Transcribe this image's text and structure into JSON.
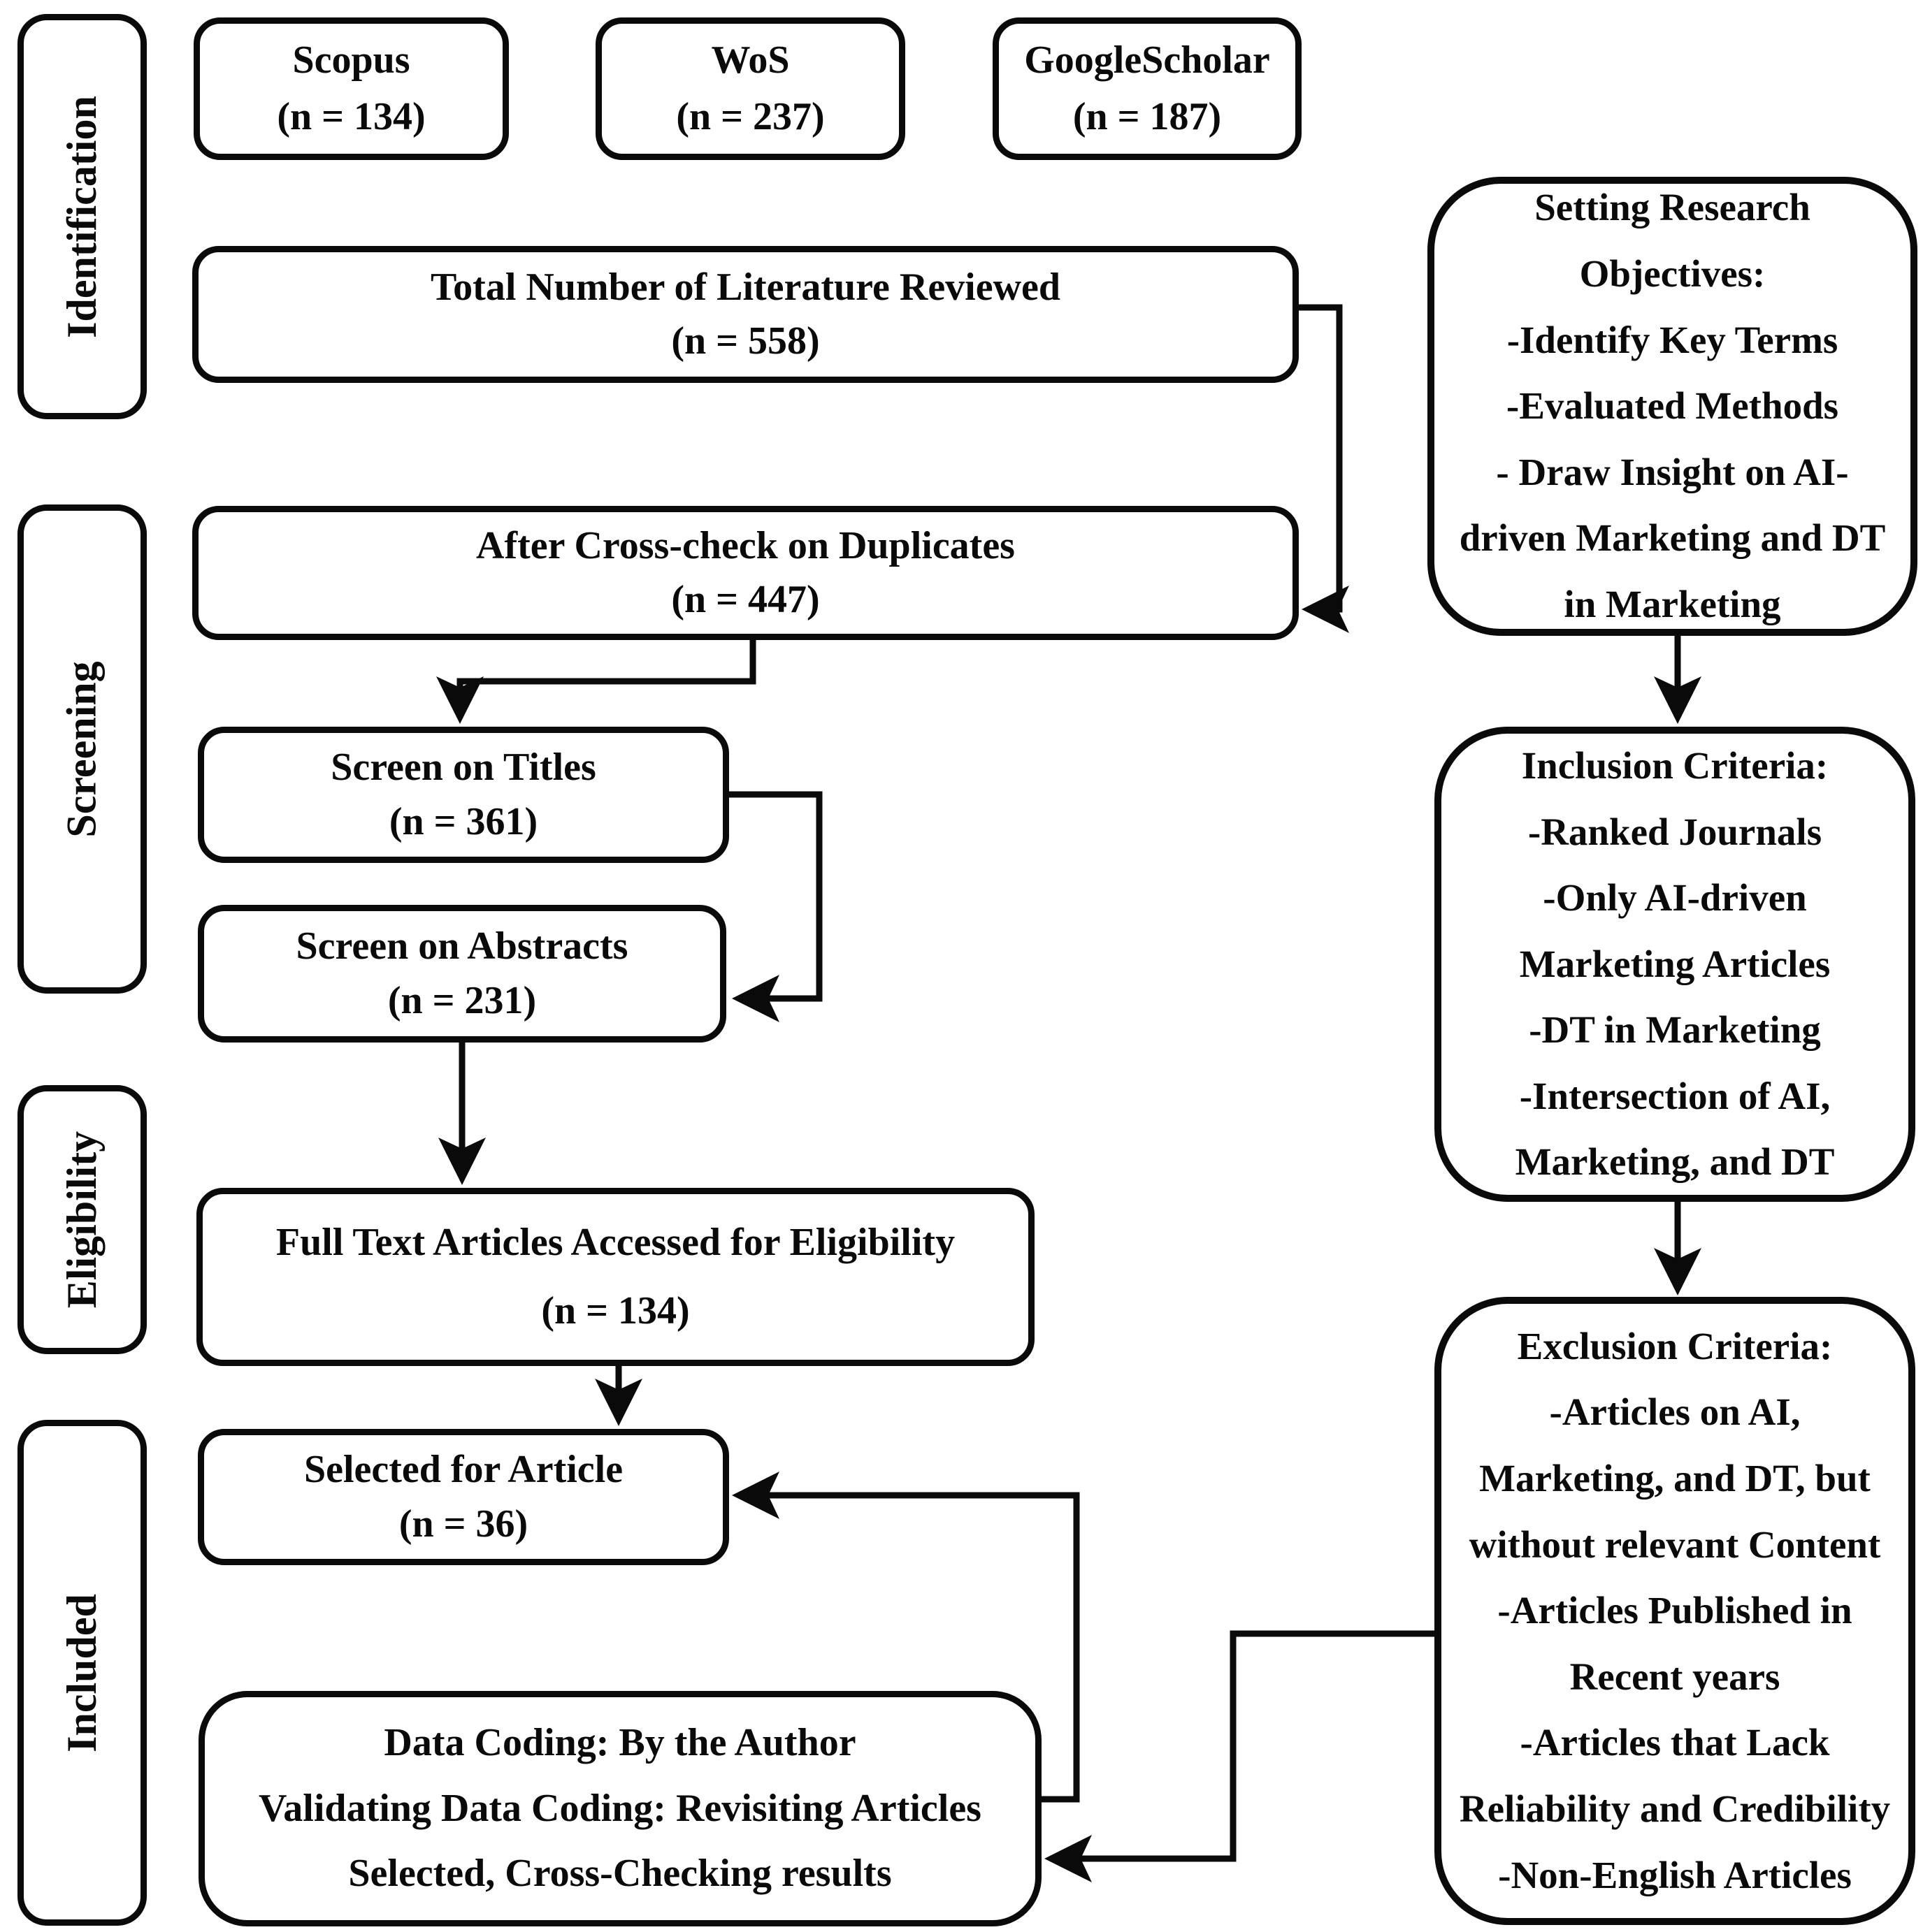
{
  "figure": {
    "background_color": "#ffffff",
    "line_color": "#0a0a0a"
  },
  "sidebar": {
    "stages": [
      {
        "label": "Identification"
      },
      {
        "label": "Screening"
      },
      {
        "label": "Eligibility"
      },
      {
        "label": "Included"
      }
    ]
  },
  "flow": {
    "scopus": {
      "label": "Scopus",
      "count": "(n = 134)"
    },
    "wos": {
      "label": "WoS",
      "count": "(n = 237)"
    },
    "google_scholar": {
      "label": "GoogleScholar",
      "count": "(n = 187)"
    },
    "total": {
      "label": "Total Number of Literature Reviewed",
      "count": "(n = 558)"
    },
    "duplicates": {
      "label": "After Cross-check on Duplicates",
      "count": "(n = 447)"
    },
    "titles": {
      "label": "Screen on Titles",
      "count": "(n = 361)"
    },
    "abstracts": {
      "label": "Screen on Abstracts",
      "count": "(n = 231)"
    },
    "fulltext": {
      "label": "Full Text Articles Accessed for Eligibility",
      "count": "(n = 134)"
    },
    "selected": {
      "label": "Selected for Article",
      "count": "(n = 36)"
    },
    "coding": {
      "line1": "Data Coding: By the Author",
      "line2": "Validating Data Coding: Revisiting Articles",
      "line3": "Selected, Cross-Checking results"
    }
  },
  "right": {
    "objectives": {
      "lines": [
        "Setting Research",
        "Objectives:",
        "-Identify Key Terms",
        "-Evaluated Methods",
        "- Draw Insight on AI-",
        "driven Marketing and DT",
        "in Marketing"
      ]
    },
    "inclusion": {
      "lines": [
        "Inclusion Criteria:",
        "-Ranked Journals",
        "-Only AI-driven",
        "Marketing Articles",
        "-DT in Marketing",
        "-Intersection of AI,",
        "Marketing, and DT"
      ]
    },
    "exclusion": {
      "lines": [
        "Exclusion Criteria:",
        "-Articles on AI,",
        "Marketing, and DT, but",
        "without relevant Content",
        "-Articles Published in",
        "Recent years",
        "-Articles that Lack",
        "Reliability and Credibility",
        "-Non-English Articles"
      ]
    }
  }
}
